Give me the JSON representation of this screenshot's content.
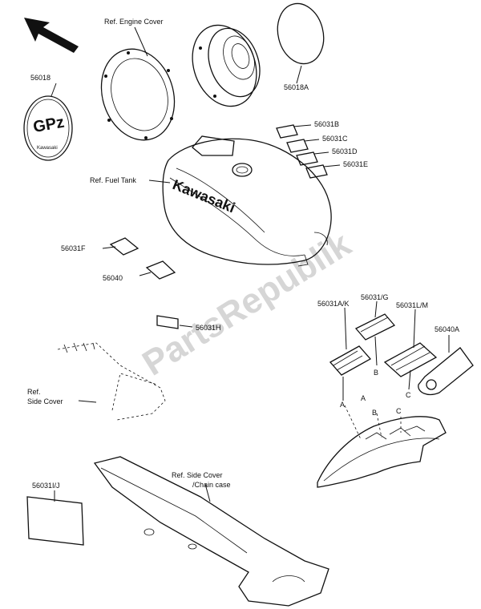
{
  "watermark": "PartsRepublik",
  "labels": {
    "ref_engine_cover": "Ref. Engine Cover",
    "p56018": "56018",
    "p56018a": "56018A",
    "p56031b": "56031B",
    "p56031c": "56031C",
    "p56031d": "56031D",
    "p56031e": "56031E",
    "ref_fuel_tank": "Ref. Fuel Tank",
    "p56031f": "56031F",
    "p56040": "56040",
    "p56031h": "56031H",
    "ref_side_cover_1": "Ref.",
    "ref_side_cover_2": "Side Cover",
    "p56031ak": "56031A/K",
    "p56031g": "56031/G",
    "p56031lm": "56031L/M",
    "p56040a": "56040A",
    "letter_a1": "A",
    "letter_b1": "B",
    "letter_c1": "C",
    "letter_a2": "A",
    "letter_b2": "B",
    "letter_c2": "C",
    "ref_chain_1": "Ref. Side Cover",
    "ref_chain_2": "/Chain case",
    "p56031ij": "56031I/J"
  },
  "emblem": {
    "logo_text": "GPz",
    "sub_text": "Kawasaki"
  },
  "tank_text": "Kawasaki"
}
